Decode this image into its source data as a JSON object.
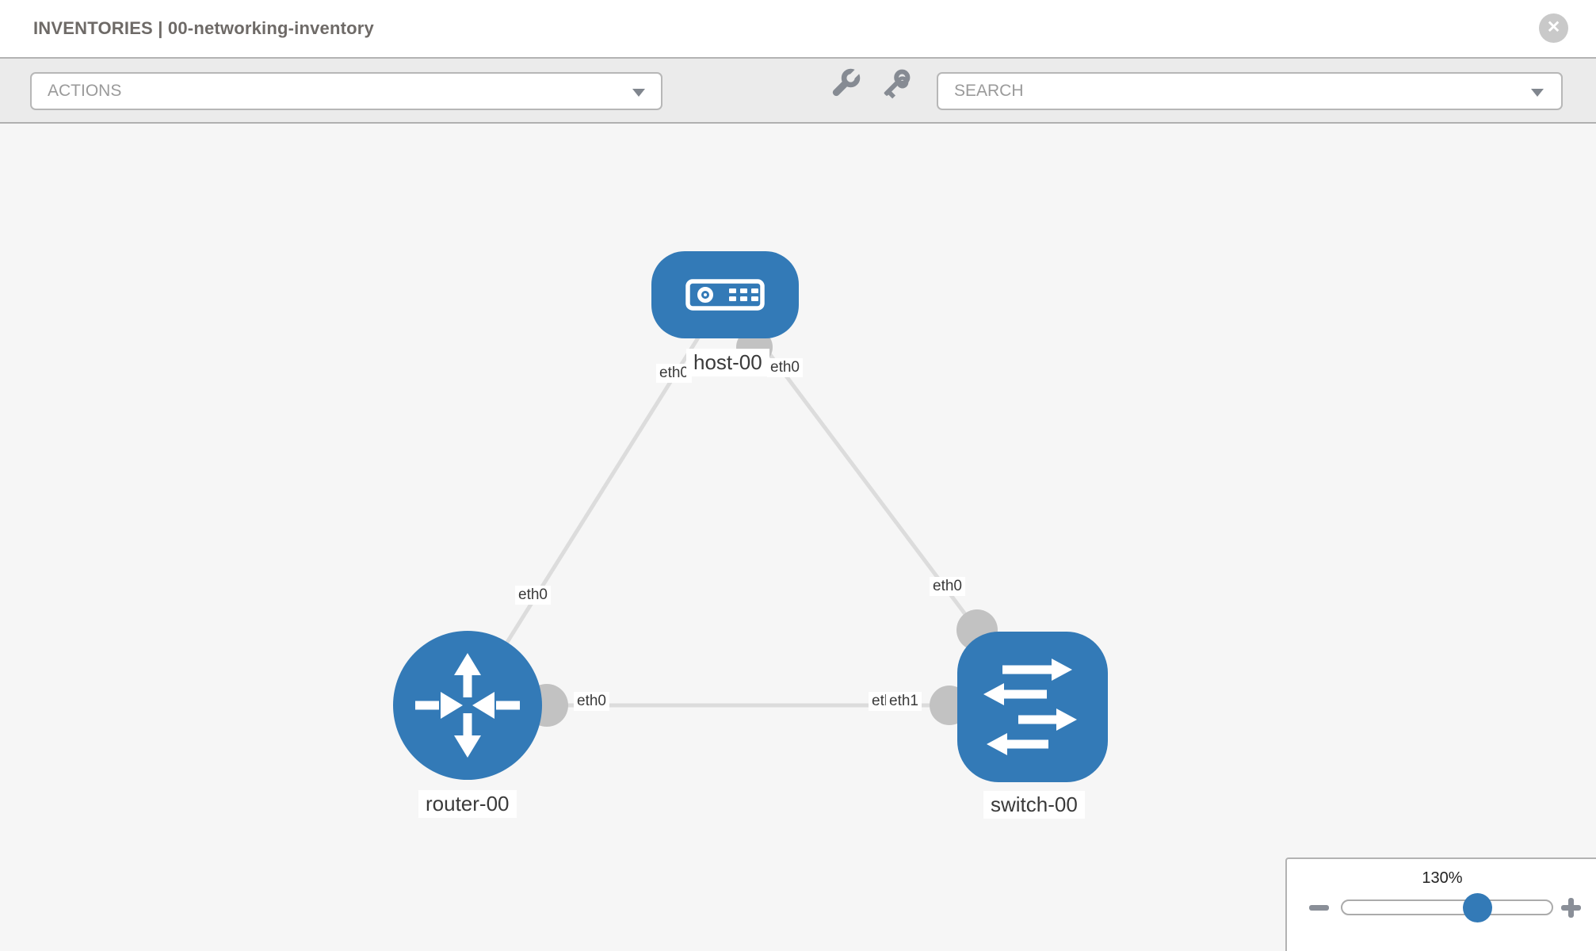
{
  "header": {
    "title": "INVENTORIES | 00-networking-inventory"
  },
  "toolbar": {
    "actions_label": "ACTIONS",
    "search_placeholder": "SEARCH"
  },
  "topology": {
    "nodes": [
      {
        "id": "host-00",
        "type": "host",
        "label": "host-00"
      },
      {
        "id": "router-00",
        "type": "router",
        "label": "router-00"
      },
      {
        "id": "switch-00",
        "type": "switch",
        "label": "switch-00"
      }
    ],
    "links": [
      {
        "from": "host-00",
        "to": "router-00",
        "from_if": "eth0",
        "to_if": "eth0"
      },
      {
        "from": "host-00",
        "to": "switch-00",
        "from_if": "eth0",
        "to_if": "eth0"
      },
      {
        "from": "router-00",
        "to": "switch-00",
        "from_if": "eth0",
        "to_if": "eth1"
      }
    ],
    "interface_labels": {
      "host_to_router_host_end": "eth0",
      "host_to_switch_host_end": "eth0",
      "host_to_router_router_end": "eth0",
      "host_to_switch_switch_end": "eth0",
      "router_to_switch_router_end": "eth0",
      "router_to_switch_switch_end_back": "eth0",
      "router_to_switch_switch_end_front": "eth1"
    }
  },
  "zoom_control": {
    "percent": "130%"
  },
  "colors": {
    "node_blue": "#337ab7",
    "link_gray": "#dcdcdc",
    "port_gray": "#c2c2c2",
    "toolbar_gray": "#ebebeb",
    "icon_gray": "#868b93"
  }
}
